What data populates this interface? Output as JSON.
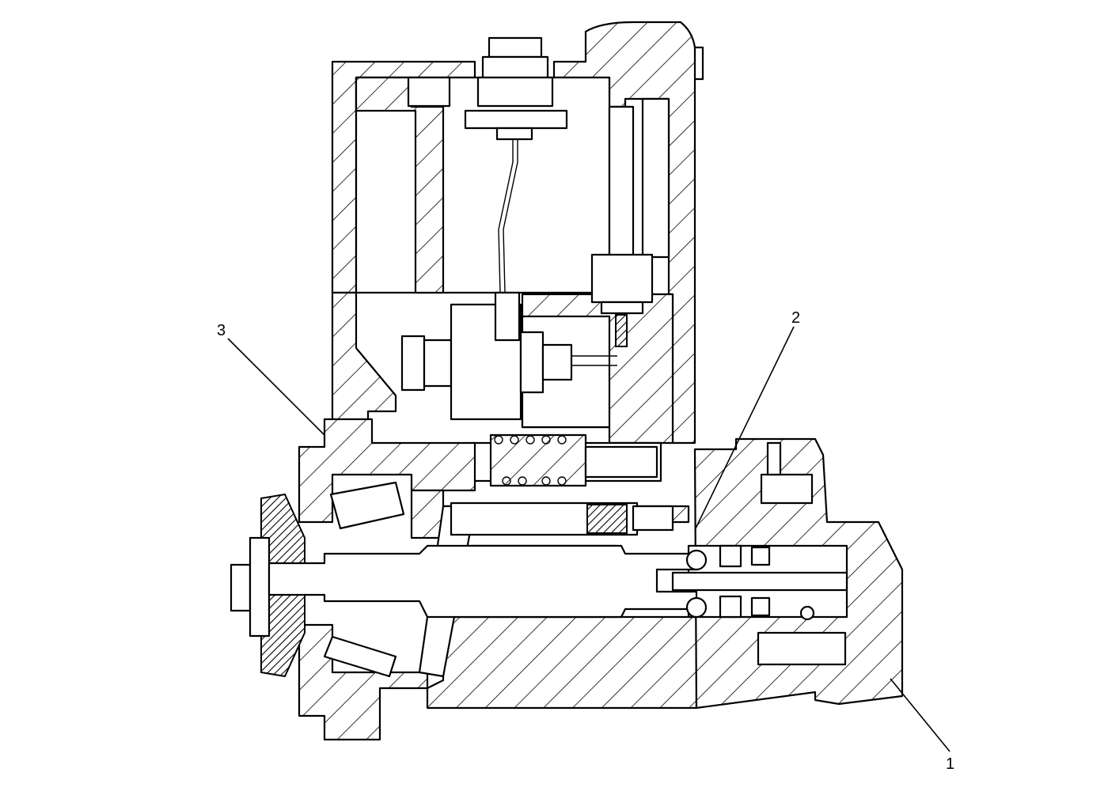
{
  "diagram": {
    "callouts": [
      {
        "id": "callout-1",
        "label": "1"
      },
      {
        "id": "callout-2",
        "label": "2"
      },
      {
        "id": "callout-3",
        "label": "3"
      }
    ],
    "colors": {
      "line": "#000000",
      "background": "#ffffff"
    }
  }
}
